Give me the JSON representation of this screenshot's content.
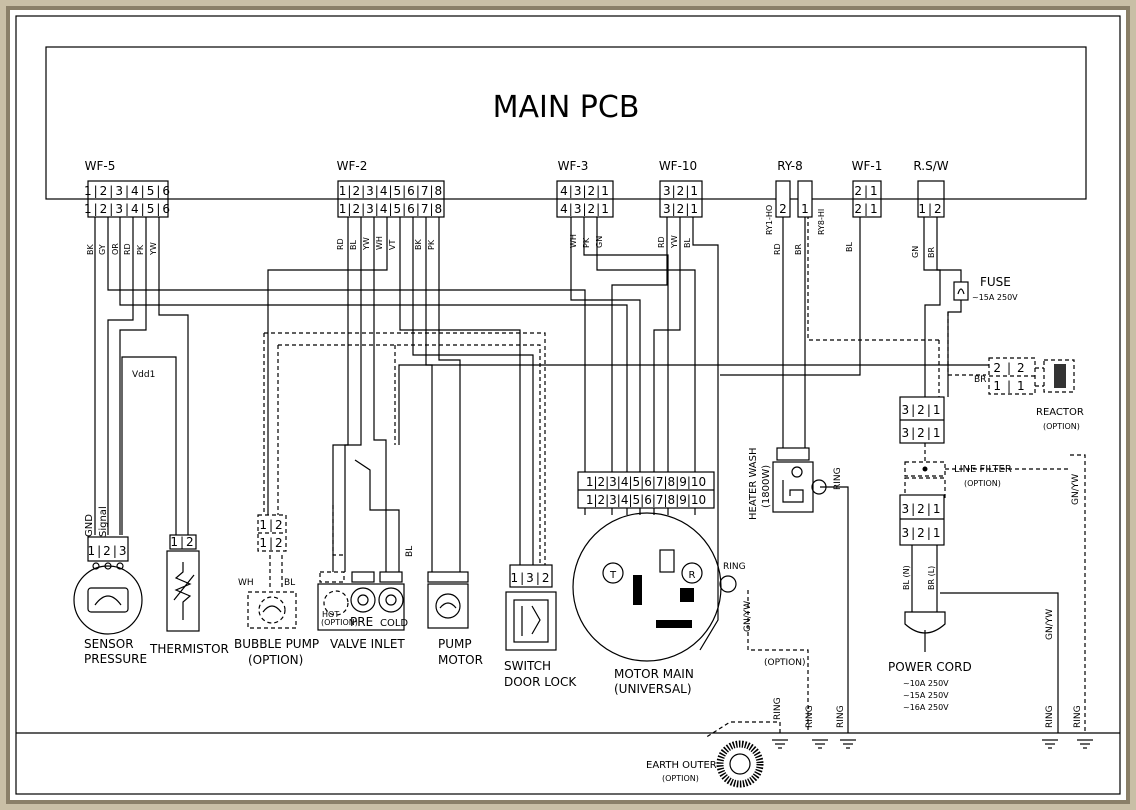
{
  "title": "MAIN PCB",
  "connectors": {
    "wf5": {
      "label": "WF-5",
      "pins": "1|2|3|4|5|6",
      "wires": [
        "BK",
        "GY",
        "OR",
        "RD",
        "PK",
        "YW"
      ]
    },
    "wf2": {
      "label": "WF-2",
      "pins": "1|2|3|4|5|6|7|8",
      "wires": [
        "RD",
        "BL",
        "YW",
        "WH",
        "VT",
        "BK",
        "PK"
      ]
    },
    "wf3": {
      "label": "WF-3",
      "pins": "4|3|2|1",
      "wires": [
        "WH",
        "PK",
        "GN"
      ]
    },
    "wf10": {
      "label": "WF-10",
      "pins": "3|2|1",
      "wires": [
        "RD",
        "YW",
        "BL"
      ]
    },
    "ry8": {
      "label": "RY-8",
      "pin_a": "2",
      "pin_b": "1",
      "side_a": "RY1-HO",
      "side_b": "RY8-HI",
      "wires": [
        "RD",
        "BR"
      ]
    },
    "wf1": {
      "label": "WF-1",
      "pins": "2|1",
      "wires": [
        "BL"
      ]
    },
    "rsw": {
      "label": "R.S/W",
      "pins": "1|2",
      "wires": [
        "GN",
        "BR"
      ]
    }
  },
  "components": {
    "sensor": {
      "line1": "SENSOR",
      "line2": "PRESSURE",
      "pins": "1|2|3",
      "gnd": "GND",
      "signal": "Signal",
      "vdd": "Vdd1"
    },
    "thermistor": {
      "label": "THERMISTOR",
      "pins": "1|2"
    },
    "bubble_pump": {
      "line1": "BUBBLE PUMP",
      "line2": "(OPTION)",
      "pins": "1|2",
      "wh": "WH",
      "bl": "BL"
    },
    "valve_inlet": {
      "label": "VALVE INLET",
      "pre": "PRE",
      "cold": "COLD",
      "hot": "HOT",
      "hot_opt": "(OPTION)",
      "bl": "BL"
    },
    "pump_motor": {
      "line1": "PUMP",
      "line2": "MOTOR"
    },
    "door_lock": {
      "line1": "SWITCH",
      "line2": "DOOR LOCK",
      "pins": "1|3|2"
    },
    "motor_main": {
      "line1": "MOTOR MAIN",
      "line2": "(UNIVERSAL)",
      "pins": "1|2|3|4|5|6|7|8|9|10",
      "ring": "RING",
      "gnyw": "GN/YW",
      "option": "(OPTION)",
      "t_label": "T",
      "r_label": "R"
    },
    "heater": {
      "line1": "HEATER WASH",
      "line2": "(1800W)",
      "ring": "RING"
    },
    "fuse": {
      "label": "FUSE",
      "rating": "~15A 250V"
    },
    "reactor": {
      "line1": "REACTOR",
      "line2": "(OPTION)",
      "pins_top": "2|2",
      "pins_bot": "1|1",
      "br": "BR"
    },
    "relay_block": {
      "pins": "3|2|1"
    },
    "line_filter": {
      "line1": "LINE FILTER",
      "line2": "(OPTION)",
      "pins": "3|2|1",
      "gnyw": "GN/YW"
    },
    "power_cord": {
      "label": "POWER CORD",
      "r1": "~10A 250V",
      "r2": "~15A 250V",
      "r3": "~16A 250V",
      "bln": "BL (N)",
      "brl": "BR (L)",
      "gnyw": "GN/YW"
    },
    "earth": {
      "line1": "EARTH OUTER",
      "line2": "(OPTION)"
    },
    "ring": "RING"
  },
  "colors": {
    "background": "#c9bfa6",
    "frame": "#8a7f68",
    "paper": "#ffffff",
    "ink": "#000000"
  }
}
